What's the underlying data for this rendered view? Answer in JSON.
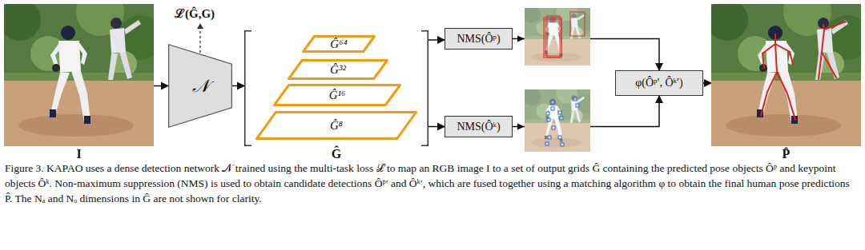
{
  "diagram": {
    "caption": "Figure 3. KAPAO uses a dense detection network 𝒩 trained using the multi-task loss ℒ to map an RGB image I to a set of output grids Ĝ containing the predicted pose objects Ôᵖ and keypoint objects Ôᵏ. Non-maximum suppression (NMS) is used to obtain candidate detections Ôᵖ′ and Ôᵏ′, which are fused together using a matching algorithm φ to obtain the final human pose predictions P̂. The Nₐ and Nₒ dimensions in Ĝ are not shown for clarity.",
    "nodes": [
      {
        "text": [
          "I"
        ]
      },
      {
        "text": [
          "𝒩"
        ]
      },
      {
        "text": [
          "Ĝ"
        ]
      },
      {
        "text": [
          "Ĝ⁶⁴"
        ],
        "in": 2
      },
      {
        "text": [
          "Ĝ³²"
        ],
        "in": 2
      },
      {
        "text": [
          "Ĝ¹⁶"
        ],
        "in": 2
      },
      {
        "text": [
          "Ĝ⁸"
        ],
        "in": 2
      },
      {
        "text": [
          "NMS(Ôᵖ)"
        ]
      },
      {
        "text": [
          "NMS(Ôᵏ)"
        ]
      },
      {
        "text": [
          "φ(Ôᵖ′, Ôᵏ′)"
        ]
      },
      {
        "text": [
          "P̂"
        ]
      }
    ],
    "edges": [
      {
        "from": 0,
        "to": 1,
        "arrow": "to"
      },
      {
        "from": 1,
        "to": 2,
        "arrow": "to"
      },
      {
        "from": 2,
        "to": 7,
        "arrow": "to"
      },
      {
        "from": 2,
        "to": 8,
        "arrow": "to"
      },
      {
        "from": 7,
        "to": 9,
        "arrow": "to"
      },
      {
        "from": 8,
        "to": 9,
        "arrow": "to"
      },
      {
        "from": 9,
        "to": 10,
        "arrow": "to"
      }
    ],
    "labels": [
      "ℒ(Ĝ,G)"
    ]
  }
}
